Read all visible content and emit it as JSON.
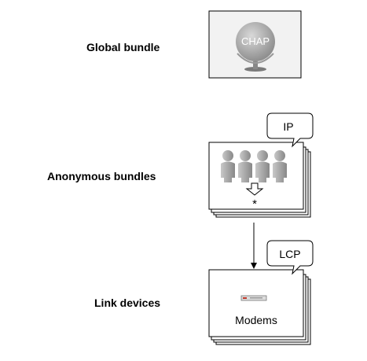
{
  "rows": {
    "global": {
      "label": "Global bundle",
      "icon_text": "CHAP"
    },
    "anonymous": {
      "label": "Anonymous bundles",
      "callout": "IP",
      "star": "*"
    },
    "links": {
      "label": "Link devices",
      "callout": "LCP",
      "caption": "Modems"
    }
  }
}
